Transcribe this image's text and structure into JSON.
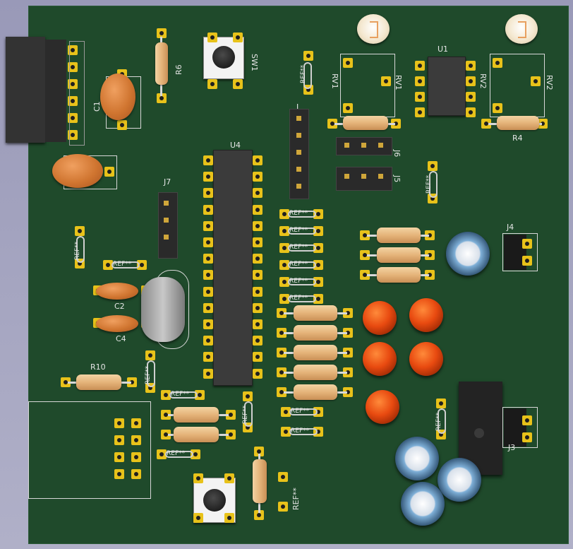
{
  "labels": {
    "c1": "C1",
    "c2": "C2",
    "c4": "C4",
    "r6": "R6",
    "r4": "R4",
    "r10": "R10",
    "sw1": "SW1",
    "u1": "U1",
    "u4": "U4",
    "rv1a": "RV1",
    "rv1b": "RV1",
    "rv2a": "RV2",
    "rv2b": "RV2",
    "j3": "J3",
    "j4": "J4",
    "j5": "J5",
    "j6": "J6",
    "j7": "J7",
    "j_top": "J",
    "ref": "REF**"
  },
  "colors": {
    "board": "#1f4a2b",
    "pad": "#e8c21a",
    "silkscreen": "#e6e6e6"
  }
}
